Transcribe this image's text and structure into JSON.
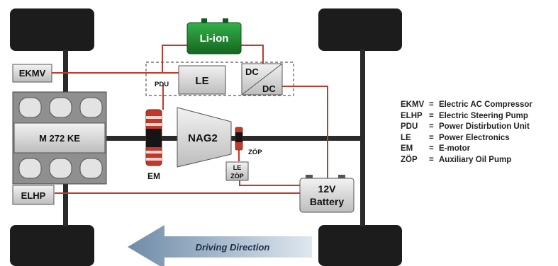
{
  "labels": {
    "battery_liion": "Li-ion",
    "ekmv": "EKMV",
    "elhp": "ELHP",
    "pdu": "PDU",
    "le": "LE",
    "dc_top": "DC",
    "dc_bottom": "DC",
    "engine": "M 272 KE",
    "transmission": "NAG2",
    "em": "EM",
    "zop": "ZÖP",
    "le_small": "LE",
    "zop_small": "ZÖP",
    "battery_12v_line1": "12V",
    "battery_12v_line2": "Battery",
    "driving_direction": "Driving Direction"
  },
  "legend": [
    {
      "abbr": "EKMV",
      "eq": "=",
      "desc": "Electric AC Compressor"
    },
    {
      "abbr": "ELHP",
      "eq": "=",
      "desc": "Electric Steering Pump"
    },
    {
      "abbr": "PDU",
      "eq": "=",
      "desc": "Power Distirbution Unit"
    },
    {
      "abbr": "LE",
      "eq": "=",
      "desc": "Power Electronics"
    },
    {
      "abbr": "EM",
      "eq": "=",
      "desc": "E-motor"
    },
    {
      "abbr": "ZÖP",
      "eq": "=",
      "desc": "Auxiliary Oil Pump"
    }
  ],
  "colors": {
    "wire": "#c0392b",
    "liion_green": "#1f8a2e",
    "tire": "#1c1c1c",
    "box_fill": "#d9d9d9",
    "arrow": "#8fa6bd"
  }
}
